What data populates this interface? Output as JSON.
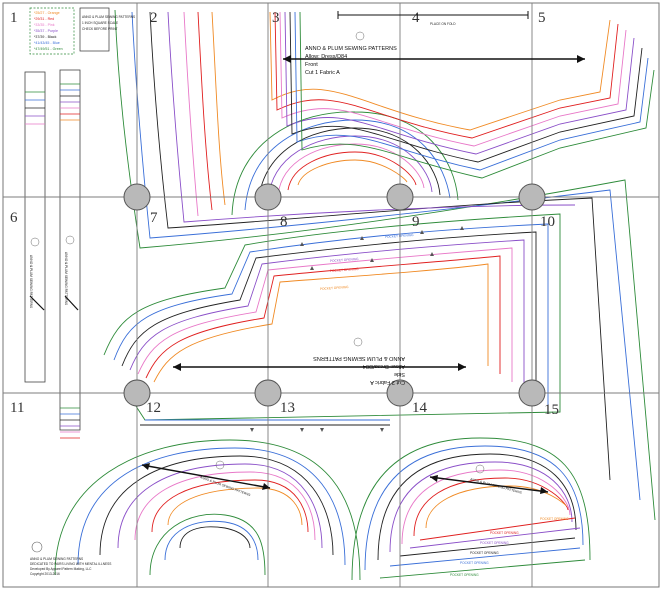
{
  "tiles": [
    "1",
    "2",
    "3",
    "4",
    "5",
    "6",
    "7",
    "8",
    "9",
    "10",
    "11",
    "12",
    "13",
    "14",
    "15"
  ],
  "legend": {
    "items": [
      {
        "label": "*25/27 - Orange",
        "color": "#f08a24"
      },
      {
        "label": "*29/31 - Red",
        "color": "#e02020"
      },
      {
        "label": "*33/35 - Pink",
        "color": "#e878c8"
      },
      {
        "label": "*35/37 - Purple",
        "color": "#8a4fc8"
      },
      {
        "label": "*37/39 - Black",
        "color": "#222222"
      },
      {
        "label": "*41/43/45 - Blue",
        "color": "#3a6fd8"
      },
      {
        "label": "*47/49/51 - Green",
        "color": "#2e8b3a"
      }
    ]
  },
  "scale_box": {
    "line1": "ANNO & PLUM SEWING PATTERNS",
    "line2": "1 INCH SQUARE SCALE",
    "line3": "CHECK BEFORE PRINT"
  },
  "grainline_label": "PLACE ON FOLD",
  "main_label": {
    "brand": "ANNO & PLUM SEWING PATTERNS",
    "style": "Allow: Dress/D84",
    "piece": "Front",
    "cut": "Cut 1 Fabric A"
  },
  "flipped_label": {
    "cut": "Cut 2 Fabric A",
    "piece": "Side",
    "style": "Allow: Dress/D84",
    "brand": "ANNO & PLUM SEWING PATTERNS"
  },
  "pocket_label": "POCKET OPENING",
  "footer": {
    "line1": "ANNO & PLUM SEWING PATTERNS",
    "line2": "DEDICATED TO PAIRS LIVING WITH MENTAL ILLNESS",
    "line3": "Developed By Apparel Pattern Making, LLC",
    "line4": "Copyright 2013-2016"
  },
  "colors": {
    "grid": "#7d7d7d",
    "registration_circle": "#b9b9b9",
    "orange": "#f08a24",
    "red": "#e02020",
    "pink": "#e878c8",
    "purple": "#8a4fc8",
    "black": "#222222",
    "blue": "#3a6fd8",
    "green": "#2e8b3a"
  }
}
